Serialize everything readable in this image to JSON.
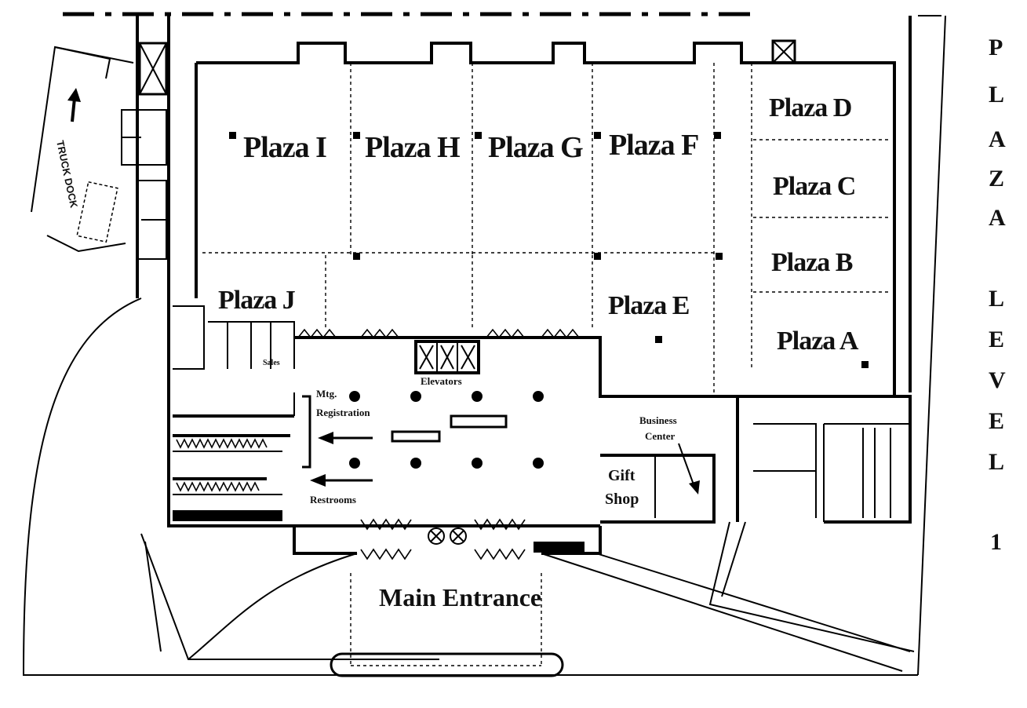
{
  "title_vertical": [
    "P",
    "L",
    "A",
    "Z",
    "A",
    "",
    "L",
    "E",
    "V",
    "E",
    "L",
    "",
    "1"
  ],
  "rooms": {
    "plaza_i": "Plaza I",
    "plaza_h": "Plaza H",
    "plaza_g": "Plaza G",
    "plaza_f": "Plaza F",
    "plaza_d": "Plaza D",
    "plaza_c": "Plaza C",
    "plaza_b": "Plaza B",
    "plaza_a": "Plaza A",
    "plaza_e": "Plaza E",
    "plaza_j": "Plaza J"
  },
  "labels": {
    "elevators": "Elevators",
    "mtg": "Mtg.",
    "registration": "Registration",
    "restrooms": "Restrooms",
    "business": "Business",
    "center": "Center",
    "gift": "Gift",
    "shop": "Shop",
    "sales": "Sales",
    "main_entrance": "Main Entrance",
    "truck_dock": "TRUCK DOCK"
  }
}
